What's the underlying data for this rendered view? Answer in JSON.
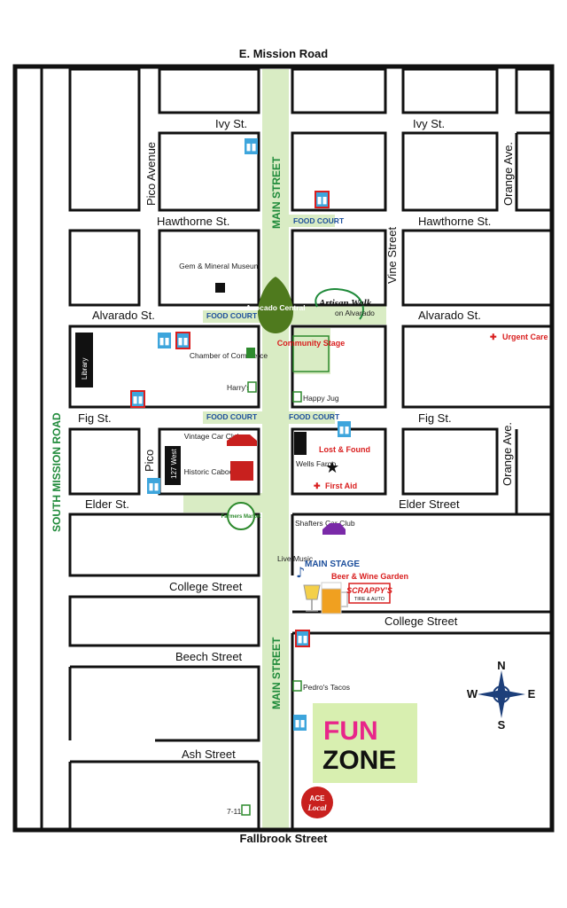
{
  "map": {
    "roads": {
      "top": "E. Mission Road",
      "bottom": "Fallbrook Street",
      "left": "SOUTH MISSION ROAD",
      "main_upper": "MAIN STREET",
      "main_lower": "MAIN STREET",
      "ivy_left": "Ivy St.",
      "ivy_right": "Ivy St.",
      "hawthorne_left": "Hawthorne St.",
      "hawthorne_right": "Hawthorne St.",
      "alvarado_left": "Alvarado St.",
      "alvarado_right": "Alvarado St.",
      "fig_left": "Fig St.",
      "fig_right": "Fig St.",
      "elder_left": "Elder St.",
      "elder_right": "Elder Street",
      "college_left": "College Street",
      "college_right": "College Street",
      "beech": "Beech Street",
      "ash": "Ash Street",
      "pico_avenue": "Pico Avenue",
      "pico": "Pico",
      "vine": "Vine Street",
      "orange_top": "Orange Ave.",
      "orange_bottom": "Orange Ave."
    },
    "food_courts": [
      "FOOD COURT",
      "FOOD COURT",
      "FOOD COURT",
      "FOOD COURT"
    ],
    "places": {
      "avocado_central": "Avocado Central",
      "artisan_walk": "Artisan Walk",
      "artisan_walk_sub": "on Alvarado",
      "gem_museum": "Gem & Mineral Museum",
      "library": "Library",
      "chamber": "Chamber of Commerce",
      "harrys": "Harry's",
      "community_stage": "Community Stage",
      "happy_jug": "Happy Jug",
      "urgent_care": "Urgent Care",
      "vintage_car_club": "Vintage Car Club",
      "historic_caboose": "Historic Caboose",
      "west_127": "127 West",
      "farmers_market": "Farmers Market",
      "wells_fargo": "Wells Fargo",
      "lost_found": "Lost & Found",
      "first_aid": "First Aid",
      "shafters": "Shafters Car Club",
      "live_music": "Live Music",
      "main_stage": "MAIN STAGE",
      "beer_wine": "Beer & Wine Garden",
      "scrappys": "SCRAPPY'S",
      "scrappys_sub": "TIRE & AUTO",
      "pedros": "Pedro's Tacos",
      "fun_zone_1": "FUN",
      "fun_zone_2": "ZONE",
      "seven_eleven": "7-11",
      "fallbrook_local": "Local",
      "fallbrook_ace": "ACE"
    },
    "compass": {
      "n": "N",
      "s": "S",
      "e": "E",
      "w": "W"
    },
    "colors": {
      "main_street": "#d9ecc4",
      "label_green": "#1f8a3a",
      "food_court": "#1d4f9c",
      "first_aid": "#d91e1e",
      "restroom": "#3da5dc",
      "fun_zone_bg": "#d8efb0"
    }
  }
}
